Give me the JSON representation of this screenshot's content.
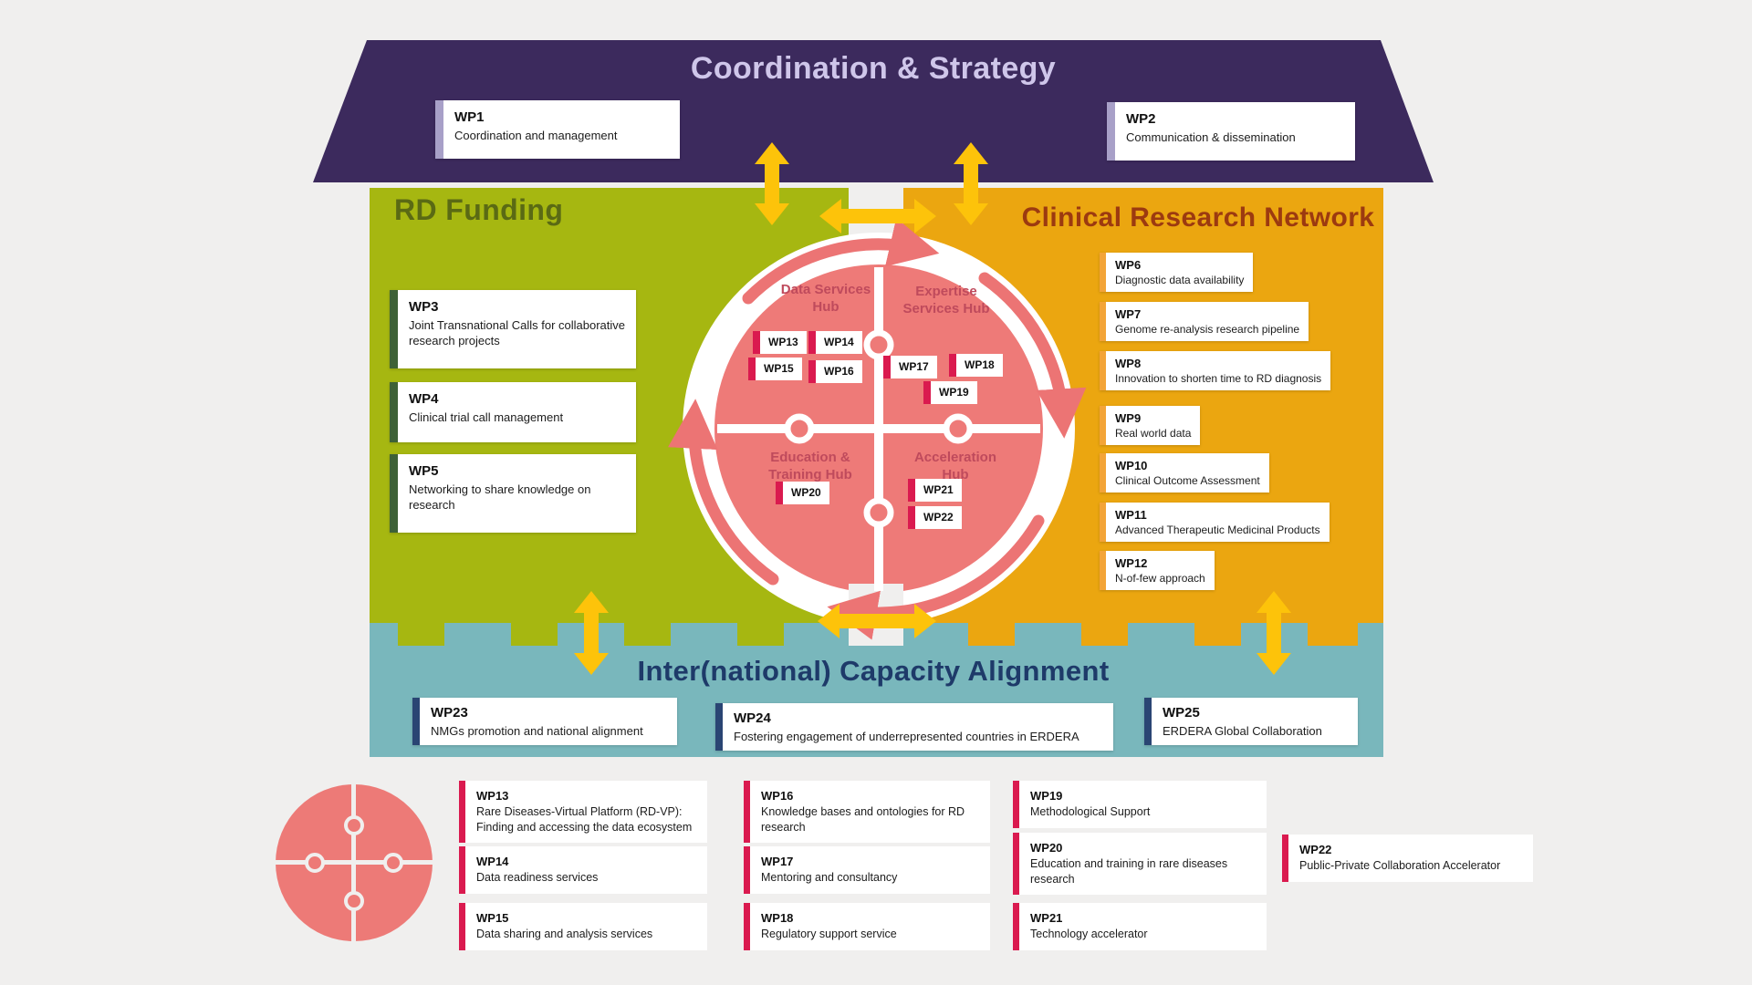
{
  "colors": {
    "background": "#f0efee",
    "purple": "#3c2a5d",
    "lavender_text": "#cfc6ea",
    "green": "#a6b711",
    "green_title": "#5a6a14",
    "orange": "#eba610",
    "orange_title": "#9c3a10",
    "salmon": "#ee7a78",
    "hub_label": "#bf4a5c",
    "crimson": "#da1a4f",
    "teal": "#79b7bc",
    "navy_title": "#1e3a69",
    "yellow": "#fdc30a"
  },
  "coordination": {
    "title": "Coordination & Strategy",
    "wp1": {
      "id": "WP1",
      "desc": "Coordination and management"
    },
    "wp2": {
      "id": "WP2",
      "desc": "Communication & dissemination"
    }
  },
  "rd_funding": {
    "title": "RD Funding",
    "wp3": {
      "id": "WP3",
      "desc": "Joint Transnational Calls for collaborative research projects"
    },
    "wp4": {
      "id": "WP4",
      "desc": "Clinical trial call management"
    },
    "wp5": {
      "id": "WP5",
      "desc": "Networking to share knowledge on research"
    }
  },
  "clinical": {
    "title": "Clinical Research Network",
    "wp6": {
      "id": "WP6",
      "desc": "Diagnostic data availability"
    },
    "wp7": {
      "id": "WP7",
      "desc": "Genome re-analysis research pipeline"
    },
    "wp8": {
      "id": "WP8",
      "desc": "Innovation to shorten time to RD diagnosis"
    },
    "wp9": {
      "id": "WP9",
      "desc": "Real world data"
    },
    "wp10": {
      "id": "WP10",
      "desc": "Clinical Outcome Assessment"
    },
    "wp11": {
      "id": "WP11",
      "desc": "Advanced Therapeutic Medicinal Products"
    },
    "wp12": {
      "id": "WP12",
      "desc": "N-of-few approach"
    }
  },
  "hubs": {
    "data_services": {
      "line1": "Data Services",
      "line2": "Hub"
    },
    "expertise": {
      "line1": "Expertise",
      "line2": "Services Hub"
    },
    "education": {
      "line1": "Education &",
      "line2": "Training Hub"
    },
    "acceleration": {
      "line1": "Acceleration",
      "line2": "Hub"
    }
  },
  "chips": {
    "wp13": "WP13",
    "wp14": "WP14",
    "wp15": "WP15",
    "wp16": "WP16",
    "wp17": "WP17",
    "wp18": "WP18",
    "wp19": "WP19",
    "wp20": "WP20",
    "wp21": "WP21",
    "wp22": "WP22"
  },
  "capacity": {
    "title": "Inter(national) Capacity Alignment",
    "wp23": {
      "id": "WP23",
      "desc": "NMGs promotion and national alignment"
    },
    "wp24": {
      "id": "WP24",
      "desc": "Fostering engagement of underrepresented countries in ERDERA"
    },
    "wp25": {
      "id": "WP25",
      "desc": "ERDERA Global Collaboration"
    }
  },
  "legend": {
    "wp13": {
      "id": "WP13",
      "desc": "Rare Diseases-Virtual Platform (RD-VP): Finding and accessing the data ecosystem"
    },
    "wp14": {
      "id": "WP14",
      "desc": "Data readiness services"
    },
    "wp15": {
      "id": "WP15",
      "desc": "Data sharing and analysis services"
    },
    "wp16": {
      "id": "WP16",
      "desc": "Knowledge bases and ontologies for RD research"
    },
    "wp17": {
      "id": "WP17",
      "desc": "Mentoring and consultancy"
    },
    "wp18": {
      "id": "WP18",
      "desc": "Regulatory support service"
    },
    "wp19": {
      "id": "WP19",
      "desc": "Methodological Support"
    },
    "wp20": {
      "id": "WP20",
      "desc": "Education and training in rare diseases research"
    },
    "wp21": {
      "id": "WP21",
      "desc": "Technology accelerator"
    },
    "wp22": {
      "id": "WP22",
      "desc": "Public-Private Collaboration Accelerator"
    }
  }
}
